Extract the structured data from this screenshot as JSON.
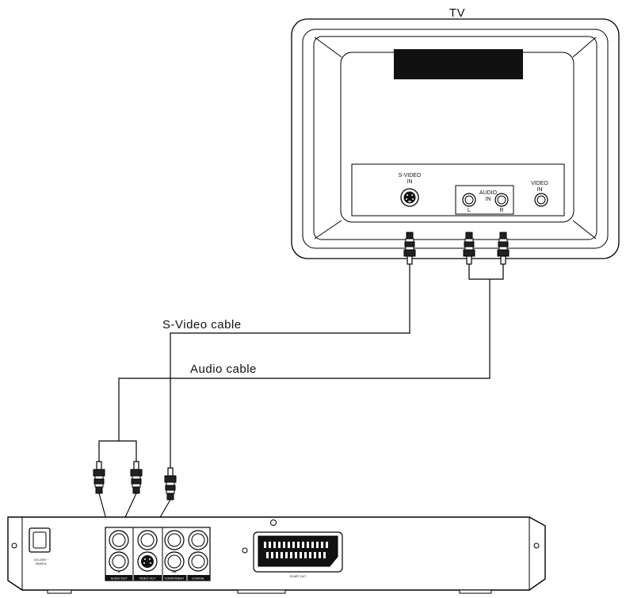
{
  "tv": {
    "title": "TV",
    "svideo_in": [
      "S-VIDEO",
      "IN"
    ],
    "audio_in": [
      "AUDIO",
      "IN"
    ],
    "audio_l": "L",
    "audio_r": "R",
    "video_in": [
      "VIDEO",
      "IN"
    ]
  },
  "cables": {
    "svideo": "S-Video cable",
    "audio": "Audio cable"
  },
  "player": {
    "power": [
      "100-240V ~",
      "50/60Hz"
    ],
    "audio_out": "AUDIO OUT",
    "video_out": "VIDEO OUT",
    "component": "COMPONENT",
    "coaxial": "COAXIAL",
    "scart_out": "SCART OUT",
    "jack_r": "R",
    "jack_pr": "PR"
  }
}
